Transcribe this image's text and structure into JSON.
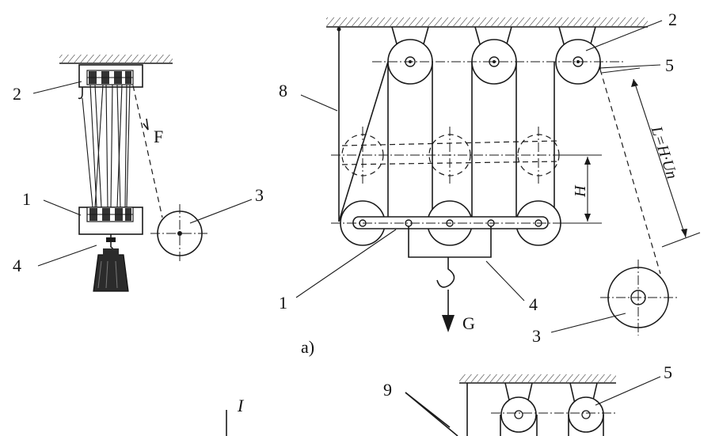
{
  "left_figure": {
    "labels": {
      "l1": "1",
      "l2": "2",
      "l3": "3",
      "l4": "4",
      "force": "F"
    }
  },
  "right_figure": {
    "labels": {
      "l1": "1",
      "l2": "2",
      "l3": "3",
      "l4": "4",
      "l5": "5",
      "l8": "8"
    },
    "height_label": "H",
    "length_label": "L=H·Un",
    "load_label": "G",
    "caption": "a)"
  },
  "bottom_figure": {
    "labels": {
      "l9": "9",
      "l5": "5"
    },
    "roman": "I"
  }
}
